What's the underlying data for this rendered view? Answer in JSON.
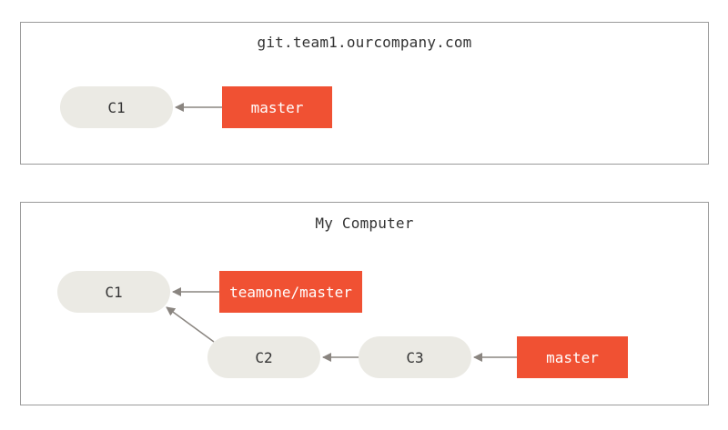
{
  "colors": {
    "commit_fill": "#ebeae4",
    "branch_fill": "#f05133",
    "arrow": "#8a8580",
    "panel_border": "#9a9a9a"
  },
  "remote": {
    "title": "git.team1.ourcompany.com",
    "commit_c1": "C1",
    "branch_master": "master"
  },
  "local": {
    "title": "My Computer",
    "commit_c1": "C1",
    "commit_c2": "C2",
    "commit_c3": "C3",
    "branch_teamone_master": "teamone/master",
    "branch_master": "master"
  }
}
